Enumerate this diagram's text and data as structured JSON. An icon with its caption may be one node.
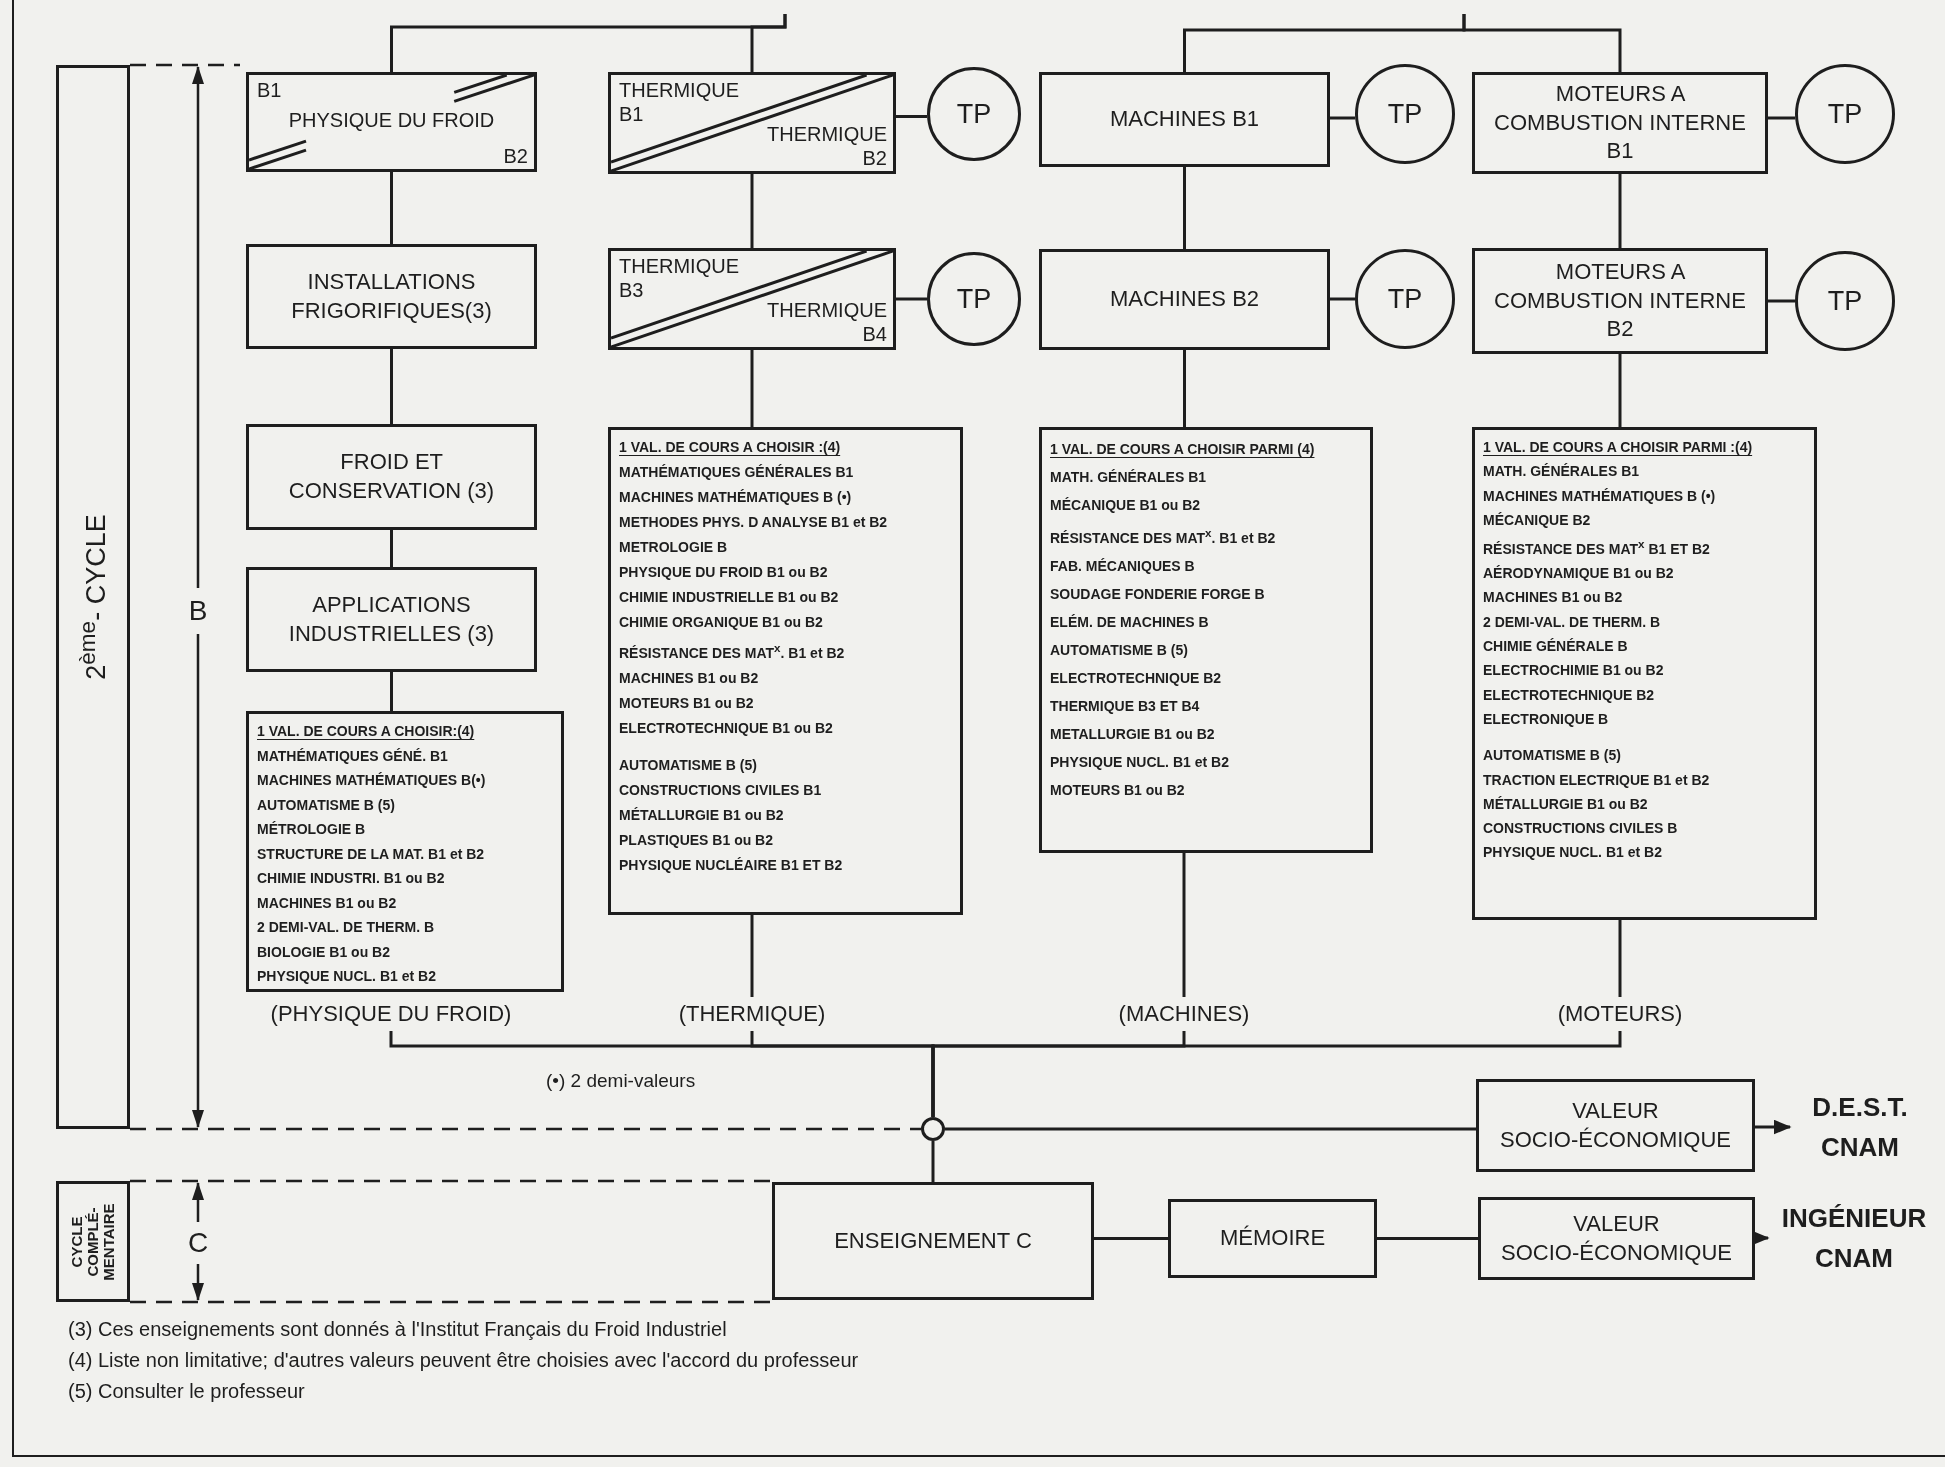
{
  "diagram": {
    "nodes": [
      {
        "text": [
          "B1",
          "PHYSIQUE DU FROID",
          "B2"
        ]
      },
      {
        "text": [
          "INSTALLATIONS FRIGORIFIQUES(3)"
        ]
      },
      {
        "text": [
          "FROID ET CONSERVATION (3)"
        ]
      },
      {
        "text": [
          "APPLICATIONS INDUSTRIELLES (3)"
        ]
      },
      {
        "text": [
          "1 VAL. DE COURS A CHOISIR:(4)",
          "MATHÉMATIQUES GÉNÉ. B1",
          "MACHINES MATHÉMATIQUES B(•)",
          "AUTOMATISME B (5)",
          "MÉTROLOGIE B",
          "STRUCTURE DE LA MAT. B1 et B2",
          "CHIMIE INDUSTRI. B1 ou B2",
          "MACHINES B1 ou B2",
          "2 DEMI-VAL. DE THERM. B",
          "BIOLOGIE B1 ou B2",
          "PHYSIQUE NUCL. B1 et B2"
        ]
      },
      {
        "text": [
          "(PHYSIQUE DU FROID)"
        ]
      },
      {
        "text": [
          "THERMIQUE B1",
          "THERMIQUE B2"
        ]
      },
      {
        "text": [
          "TP"
        ]
      },
      {
        "text": [
          "THERMIQUE B3",
          "THERMIQUE B4"
        ]
      },
      {
        "text": [
          "TP"
        ]
      },
      {
        "text": [
          "1 VAL. DE COURS A CHOISIR :(4)",
          "MATHÉMATIQUES GÉNÉRALES B1",
          "MACHINES MATHÉMATIQUES B (•)",
          "METHODES PHYS. D ANALYSE B1 et B2",
          "METROLOGIE B",
          "PHYSIQUE DU FROID B1 ou B2",
          "CHIMIE INDUSTRIELLE B1 ou B2",
          "CHIMIE ORGANIQUE B1 ou B2",
          "RÉSISTANCE DES MAT$^{x}$. B1 et B2",
          "MACHINES B1 ou B2",
          "MOTEURS B1 ou B2",
          "ELECTROTECHNIQUE B1 ou B2",
          "AUTOMATISME B (5)",
          "CONSTRUCTIONS CIVILES B1",
          "MÉTALLURGIE B1 ou B2",
          "PLASTIQUES B1 ou B2",
          "PHYSIQUE NUCLÉAIRE B1 ET B2"
        ]
      },
      {
        "text": [
          "(THERMIQUE)"
        ]
      },
      {
        "text": [
          "MACHINES B1"
        ]
      },
      {
        "text": [
          "TP"
        ]
      },
      {
        "text": [
          "MACHINES B2"
        ]
      },
      {
        "text": [
          "TP"
        ]
      },
      {
        "text": [
          "1 VAL. DE COURS A CHOISIR PARMI (4)",
          "MATH. GÉNÉRALES B1",
          "MÉCANIQUE B1 ou B2",
          "RÉSISTANCE DES MAT$^{x}$. B1 et B2",
          "FAB. MÉCANIQUES B",
          "SOUDAGE FONDERIE FORGE B",
          "ELÉM. DE MACHINES B",
          "AUTOMATISME B (5)",
          "ELECTROTECHNIQUE B2",
          "THERMIQUE B3 ET B4",
          "METALLURGIE B1 ou B2",
          "PHYSIQUE NUCL. B1 et B2",
          "MOTEURS B1 ou B2"
        ]
      },
      {
        "text": [
          "(MACHINES)"
        ]
      },
      {
        "text": [
          "MOTEURS A COMBUSTION INTERNE B1"
        ]
      },
      {
        "text": [
          "TP"
        ]
      },
      {
        "text": [
          "MOTEURS A COMBUSTION INTERNE B2"
        ]
      },
      {
        "text": [
          "TP"
        ]
      },
      {
        "text": [
          "1 VAL. DE COURS A CHOISIR PARMI :(4)",
          "MATH. GÉNÉRALES B1",
          "MACHINES MATHÉMATIQUES B (•)",
          "MÉCANIQUE B2",
          "RÉSISTANCE DES MAT$^{x}$ B1 ET B2",
          "AÉRODYNAMIQUE B1 ou B2",
          "MACHINES B1 ou B2",
          "2 DEMI-VAL. DE THERM. B",
          "CHIMIE GÉNÉRALE B",
          "ELECTROCHIMIE B1 ou B2",
          "ELECTROTECHNIQUE B2",
          "ELECTRONIQUE B",
          "AUTOMATISME B (5)",
          "TRACTION ELECTRIQUE B1 et B2",
          "MÉTALLURGIE B1 ou B2",
          "CONSTRUCTIONS CIVILES B",
          "PHYSIQUE NUCL. B1 et B2"
        ]
      },
      {
        "text": [
          "(MOTEURS)"
        ]
      },
      {
        "text": [
          "2$^{ème}$- CYCLE"
        ]
      },
      {
        "text": [
          "CYCLE COMPLÉ- MENTAIRE"
        ]
      },
      {
        "text": [],
        "shape": "circle"
      },
      {
        "text": [
          "VALEUR SOCIO-ÉCONOMIQUE"
        ]
      },
      {
        "text": [
          "D.E.S.T. CNAM"
        ]
      },
      {
        "text": [
          "ENSEIGNEMENT C"
        ]
      },
      {
        "text": [
          "MÉMOIRE"
        ]
      },
      {
        "text": [
          "VALEUR SOCIO-ÉCONOMIQUE"
        ]
      },
      {
        "text": [
          "INGÉNIEUR CNAM"
        ]
      }
    ],
    "edges": [
      {
        "from": null,
        "to": 0,
        "arrow": "none"
      },
      {
        "from": null,
        "to": 6,
        "arrow": "none"
      },
      {
        "from": null,
        "to": 12,
        "arrow": "none"
      },
      {
        "from": null,
        "to": 18,
        "arrow": "none"
      },
      {
        "from": 0,
        "to": 1,
        "arrow": "none"
      },
      {
        "from": 1,
        "to": 2,
        "arrow": "none"
      },
      {
        "from": 2,
        "to": 3,
        "arrow": "none"
      },
      {
        "from": 3,
        "to": 4,
        "arrow": "none"
      },
      {
        "from": 6,
        "to": 7,
        "arrow": "none"
      },
      {
        "from": 6,
        "to": 8,
        "arrow": "none"
      },
      {
        "from": 8,
        "to": 9,
        "arrow": "none"
      },
      {
        "from": 8,
        "to": 10,
        "arrow": "none"
      },
      {
        "from": 10,
        "to": 11,
        "arrow": "none"
      },
      {
        "from": 12,
        "to": 13,
        "arrow": "none"
      },
      {
        "from": 12,
        "to": 14,
        "arrow": "none"
      },
      {
        "from": 14,
        "to": 15,
        "arrow": "none"
      },
      {
        "from": 14,
        "to": 16,
        "arrow": "none"
      },
      {
        "from": 16,
        "to": 17,
        "arrow": "none"
      },
      {
        "from": 18,
        "to": 19,
        "arrow": "none"
      },
      {
        "from": 18,
        "to": 20,
        "arrow": "none"
      },
      {
        "from": 20,
        "to": 21,
        "arrow": "none"
      },
      {
        "from": 20,
        "to": 22,
        "arrow": "none"
      },
      {
        "from": 22,
        "to": 23,
        "arrow": "none"
      },
      {
        "from": 5,
        "to": 26,
        "arrow": "none"
      },
      {
        "from": 11,
        "to": 26,
        "arrow": "none"
      },
      {
        "from": 17,
        "to": 26,
        "arrow": "none"
      },
      {
        "from": 23,
        "to": 26,
        "arrow": "none"
      },
      {
        "from": 26,
        "to": 27,
        "arrow": "none"
      },
      {
        "from": 27,
        "to": 28,
        "arrow": "to"
      },
      {
        "from": 26,
        "to": 29,
        "arrow": "none"
      },
      {
        "from": 29,
        "to": 30,
        "arrow": "none"
      },
      {
        "from": 30,
        "to": 31,
        "arrow": "none"
      },
      {
        "from": 31,
        "to": 32,
        "arrow": "to"
      }
    ],
    "labels": [
      "B",
      "C",
      "(•) 2 demi-valeurs",
      "(3) Ces enseignements sont donnés à l'Institut Français du Froid Industriel",
      "(4) Liste non limitative; d'autres valeurs peuvent être choisies avec l'accord du professeur",
      "(5) Consulter le professeur"
    ]
  }
}
